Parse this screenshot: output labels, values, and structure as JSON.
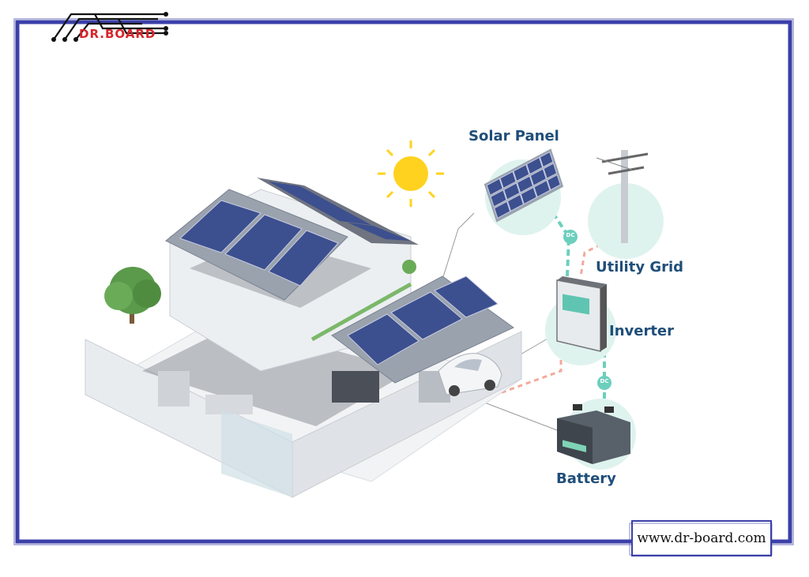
{
  "brand": {
    "logo_text": "DR.BOARD",
    "website": "www.dr-board.com"
  },
  "labels": {
    "solar_panel": "Solar Panel",
    "utility_grid": "Utility Grid",
    "inverter": "Inverter",
    "battery": "Battery",
    "dc": "DC"
  },
  "icons": [
    "sun-icon",
    "tree-icon",
    "solar-panel-icon",
    "utility-pole-icon",
    "inverter-icon",
    "battery-icon",
    "car-icon",
    "house-icon"
  ],
  "colors": {
    "frame": "#3b3fa8",
    "label_text": "#1f4e79",
    "dc_line": "#6ccfbd",
    "ac_line": "#f2a99a",
    "logo_red": "#d6262b",
    "sun": "#ffd21f",
    "panel": "#3c4f8f"
  }
}
